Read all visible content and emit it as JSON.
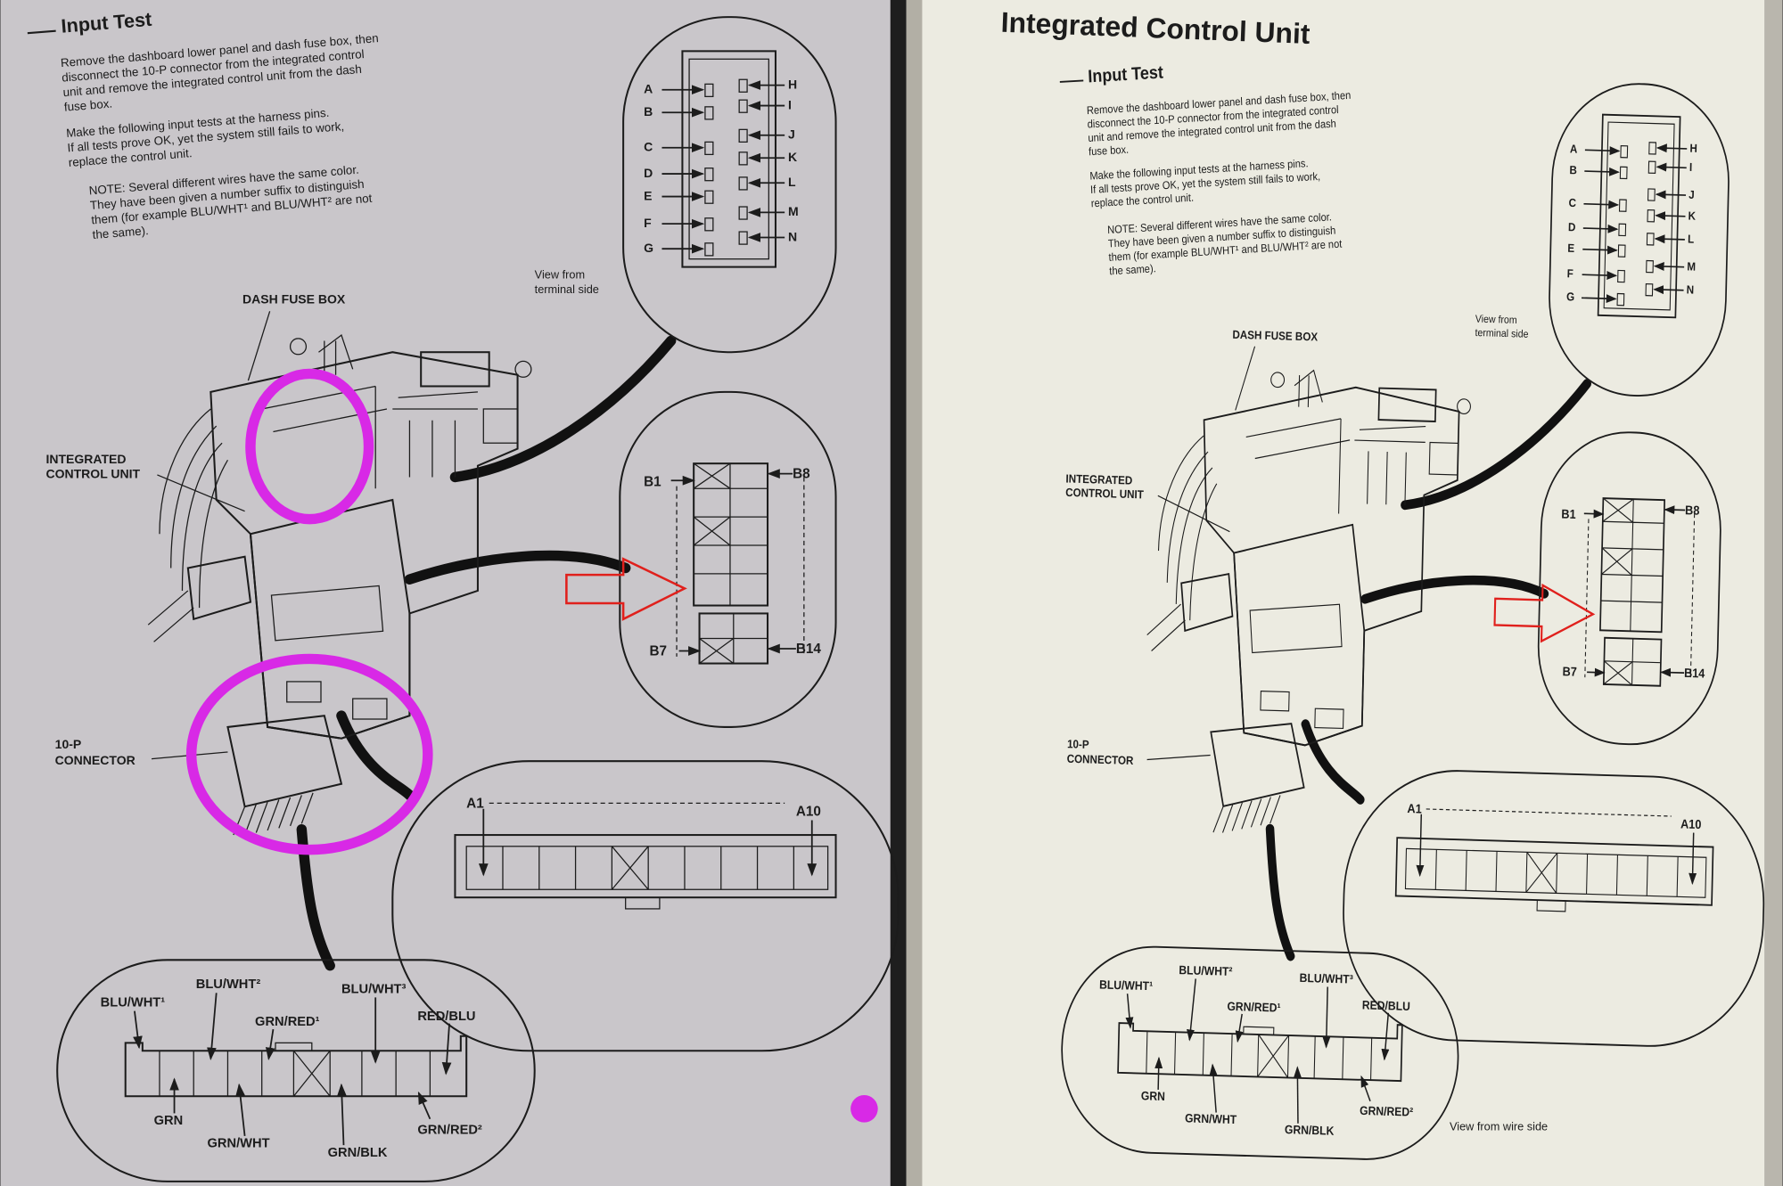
{
  "page_title": "Integrated Control Unit",
  "section_title": "Input Test",
  "paragraph1": [
    "Remove the dashboard lower panel and dash fuse box, then",
    "disconnect the 10-P connector from the integrated control",
    "unit and remove the integrated control unit from the dash",
    "fuse box."
  ],
  "paragraph2": [
    "Make the following input tests at the harness pins.",
    "If all tests prove OK, yet the system still fails to work,",
    "replace the control unit."
  ],
  "note": [
    "NOTE: Several different wires have the same color.",
    "They have been given a number suffix to distinguish",
    "them (for example BLU/WHT¹ and BLU/WHT² are not",
    "the same)."
  ],
  "labels": {
    "dash_fuse_box": "DASH FUSE BOX",
    "icu": [
      "INTEGRATED",
      "CONTROL UNIT"
    ],
    "ten_p": [
      "10-P",
      "CONNECTOR"
    ],
    "terminal_view": [
      "View from",
      "terminal side"
    ],
    "wire_view": "View from wire side"
  },
  "pins_left": [
    "A",
    "B",
    "C",
    "D",
    "E",
    "F",
    "G"
  ],
  "pins_right": [
    "H",
    "I",
    "J",
    "K",
    "L",
    "M",
    "N"
  ],
  "b_pins": {
    "b1": "B1",
    "b8": "B8",
    "b7": "B7",
    "b14": "B14"
  },
  "a_pins": {
    "a1": "A1",
    "a10": "A10"
  },
  "wires": {
    "blu_wht1": "BLU/WHT¹",
    "blu_wht2": "BLU/WHT²",
    "blu_wht3": "BLU/WHT³",
    "grn_red1": "GRN/RED¹",
    "red_blu": "RED/BLU",
    "grn": "GRN",
    "grn_wht": "GRN/WHT",
    "grn_blk": "GRN/BLK",
    "grn_red2": "GRN/RED²"
  },
  "colors": {
    "left_page": "#c9c6ca",
    "right_page": "#ecebe1",
    "annotation_magenta": "#d829e6",
    "annotation_red": "#e0201c"
  }
}
